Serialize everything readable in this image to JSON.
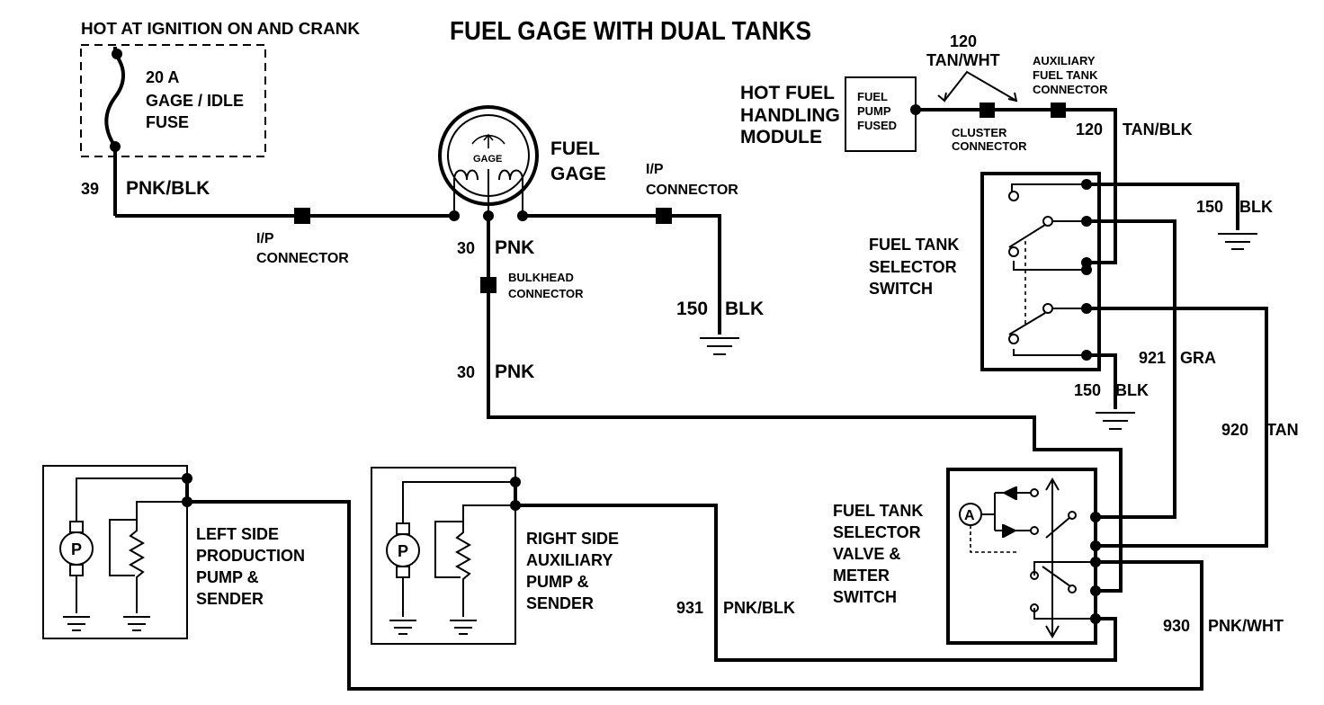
{
  "title": "FUEL GAGE WITH DUAL TANKS",
  "labels": {
    "hot_ignition": "HOT AT IGNITION ON AND CRANK",
    "fuse_1": "20 A",
    "fuse_2": "GAGE / IDLE",
    "fuse_3": "FUSE",
    "wire_39_num": "39",
    "wire_39_color": "PNK/BLK",
    "ip_conn_left_1": "I/P",
    "ip_conn_left_2": "CONNECTOR",
    "gage_face": "GAGE",
    "fuel_gage_1": "FUEL",
    "fuel_gage_2": "GAGE",
    "ip_conn_right_1": "I/P",
    "ip_conn_right_2": "CONNECTOR",
    "wire_30a_num": "30",
    "wire_30a_color": "PNK",
    "bulkhead_1": "BULKHEAD",
    "bulkhead_2": "CONNECTOR",
    "wire_30b_num": "30",
    "wire_30b_color": "PNK",
    "gnd_150a_num": "150",
    "gnd_150a_color": "BLK",
    "wire_120_num": "120",
    "wire_120_color": "TAN/WHT",
    "aux_conn_1": "AUXILIARY",
    "aux_conn_2": "FUEL TANK",
    "aux_conn_3": "CONNECTOR",
    "hot_fuel_1": "HOT FUEL",
    "hot_fuel_2": "HANDLING",
    "hot_fuel_3": "MODULE",
    "pump_fused_1": "FUEL",
    "pump_fused_2": "PUMP",
    "pump_fused_3": "FUSED",
    "cluster_1": "CLUSTER",
    "cluster_2": "CONNECTOR",
    "wire_120b_num": "120",
    "wire_120b_color": "TAN/BLK",
    "gnd_150b_num": "150",
    "gnd_150b_color": "BLK",
    "selector_switch_1": "FUEL TANK",
    "selector_switch_2": "SELECTOR",
    "selector_switch_3": "SWITCH",
    "wire_921_num": "921",
    "wire_921_color": "GRA",
    "gnd_150c_num": "150",
    "gnd_150c_color": "BLK",
    "wire_920_num": "920",
    "wire_920_color": "TAN",
    "left_pump_1": "LEFT SIDE",
    "left_pump_2": "PRODUCTION",
    "left_pump_3": "PUMP &",
    "left_pump_4": "SENDER",
    "right_pump_1": "RIGHT SIDE",
    "right_pump_2": "AUXILIARY",
    "right_pump_3": "PUMP &",
    "right_pump_4": "SENDER",
    "valve_1": "FUEL TANK",
    "valve_2": "SELECTOR",
    "valve_3": "VALVE &",
    "valve_4": "METER",
    "valve_5": "SWITCH",
    "wire_931_num": "931",
    "wire_931_color": "PNK/BLK",
    "wire_930_num": "930",
    "wire_930_color": "PNK/WHT",
    "pump_symbol": "P",
    "ammeter_symbol": "A"
  }
}
